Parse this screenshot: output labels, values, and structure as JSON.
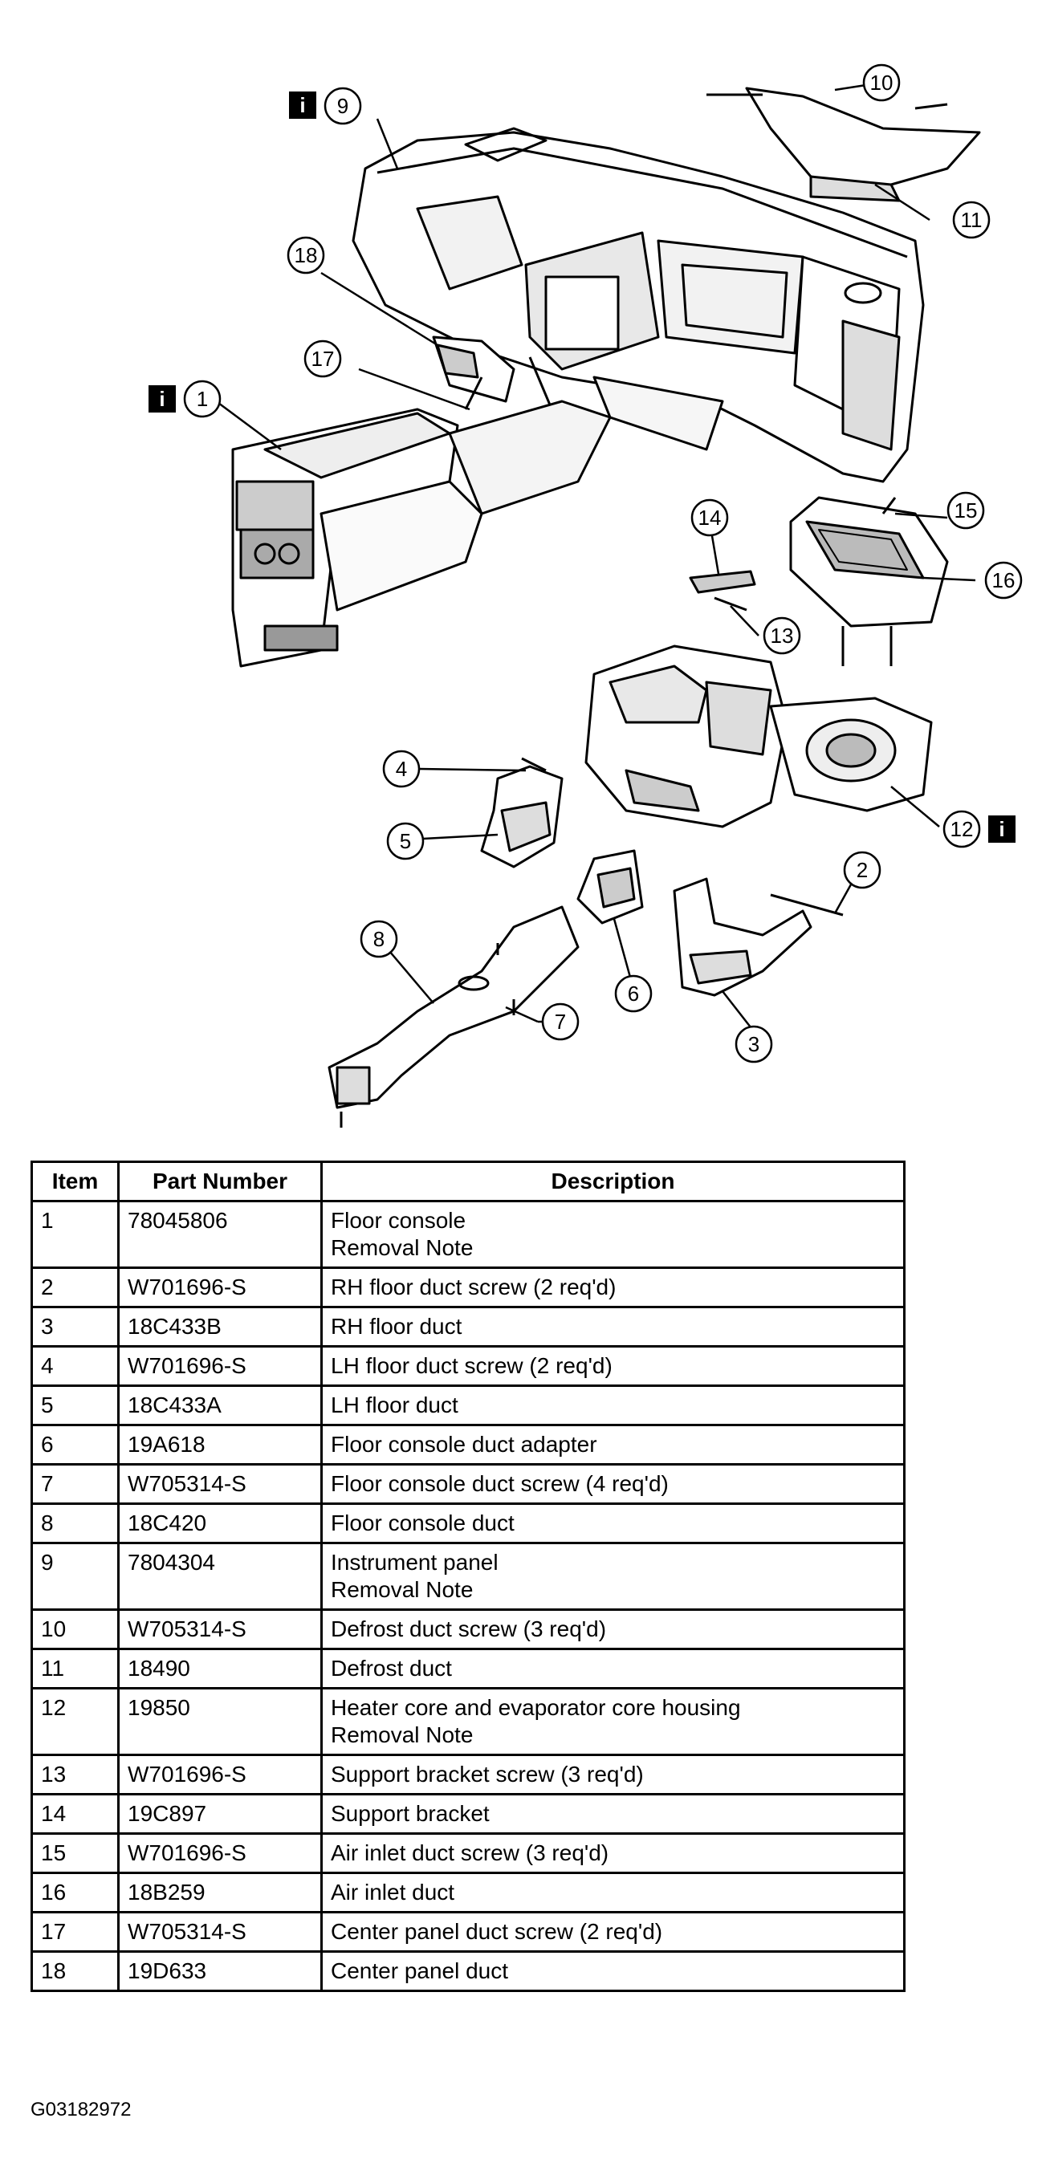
{
  "callouts": {
    "c1": "1",
    "c2": "2",
    "c3": "3",
    "c4": "4",
    "c5": "5",
    "c6": "6",
    "c7": "7",
    "c8": "8",
    "c9": "9",
    "c10": "10",
    "c11": "11",
    "c12": "12",
    "c13": "13",
    "c14": "14",
    "c15": "15",
    "c16": "16",
    "c17": "17",
    "c18": "18",
    "info": "i"
  },
  "table": {
    "headers": {
      "item": "Item",
      "part_number": "Part Number",
      "description": "Description"
    },
    "rows": [
      {
        "item": "1",
        "part": "78045806",
        "desc": "Floor console",
        "note": "Removal Note"
      },
      {
        "item": "2",
        "part": "W701696-S",
        "desc": "RH floor duct screw (2 req'd)",
        "note": ""
      },
      {
        "item": "3",
        "part": "18C433B",
        "desc": "RH floor duct",
        "note": ""
      },
      {
        "item": "4",
        "part": "W701696-S",
        "desc": "LH floor duct screw (2 req'd)",
        "note": ""
      },
      {
        "item": "5",
        "part": "18C433A",
        "desc": "LH floor duct",
        "note": ""
      },
      {
        "item": "6",
        "part": "19A618",
        "desc": "Floor console duct adapter",
        "note": ""
      },
      {
        "item": "7",
        "part": "W705314-S",
        "desc": "Floor console duct screw (4 req'd)",
        "note": ""
      },
      {
        "item": "8",
        "part": "18C420",
        "desc": "Floor console duct",
        "note": ""
      },
      {
        "item": "9",
        "part": "7804304",
        "desc": "Instrument panel",
        "note": "Removal Note"
      },
      {
        "item": "10",
        "part": "W705314-S",
        "desc": "Defrost duct screw (3 req'd)",
        "note": ""
      },
      {
        "item": "11",
        "part": "18490",
        "desc": "Defrost duct",
        "note": ""
      },
      {
        "item": "12",
        "part": "19850",
        "desc": "Heater core and evaporator core housing",
        "note": "Removal Note"
      },
      {
        "item": "13",
        "part": "W701696-S",
        "desc": "Support bracket screw (3 req'd)",
        "note": ""
      },
      {
        "item": "14",
        "part": "19C897",
        "desc": "Support bracket",
        "note": ""
      },
      {
        "item": "15",
        "part": "W701696-S",
        "desc": "Air inlet duct screw (3 req'd)",
        "note": ""
      },
      {
        "item": "16",
        "part": "18B259",
        "desc": "Air inlet duct",
        "note": ""
      },
      {
        "item": "17",
        "part": "W705314-S",
        "desc": "Center panel duct screw (2 req'd)",
        "note": ""
      },
      {
        "item": "18",
        "part": "19D633",
        "desc": "Center panel duct",
        "note": ""
      }
    ]
  },
  "figure_id": "G03182972"
}
